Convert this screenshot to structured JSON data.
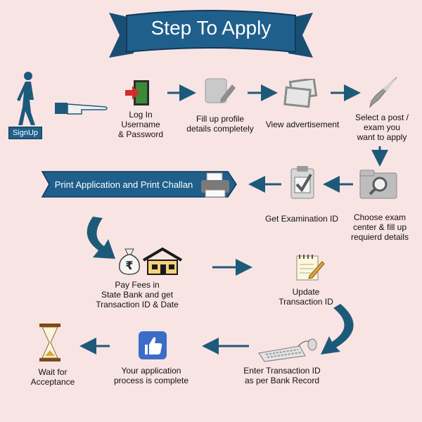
{
  "title": "Step To Apply",
  "signup_label": "SignUp",
  "print_banner": "Print Application and Print Challan",
  "rupee_symbol": "₹",
  "steps": {
    "login": "Log In\nUsername\n& Password",
    "profile": "Fill up profile\ndetails completely",
    "advert": "View advertisement",
    "select": "Select a post /\nexam you\nwant to apply",
    "center": "Choose exam\ncenter & fill up\nrequierd details",
    "exam_id": "Get Examination ID",
    "pay": "Pay Fees in\nState Bank and get\nTransaction ID & Date",
    "update": "Update\nTransaction ID",
    "enter": "Enter Transaction ID\nas per Bank Record",
    "complete": "Your application\nprocess is complete",
    "wait": "Wait for\nAcceptance"
  },
  "colors": {
    "background": "#f9e4e4",
    "banner": "#1f5f8b",
    "arrow": "#1d5a7a",
    "title_text": "#ffffff"
  },
  "icons": [
    "walking-man-icon",
    "pointing-hand-icon",
    "login-door-icon",
    "edit-profile-icon",
    "view-frames-icon",
    "pen-nib-icon",
    "magnifier-folder-icon",
    "clipboard-check-icon",
    "printer-icon",
    "rupee-bag-icon",
    "house-icon",
    "notepad-pencil-icon",
    "keyboard-mouse-icon",
    "thumbs-up-icon",
    "hourglass-icon"
  ]
}
